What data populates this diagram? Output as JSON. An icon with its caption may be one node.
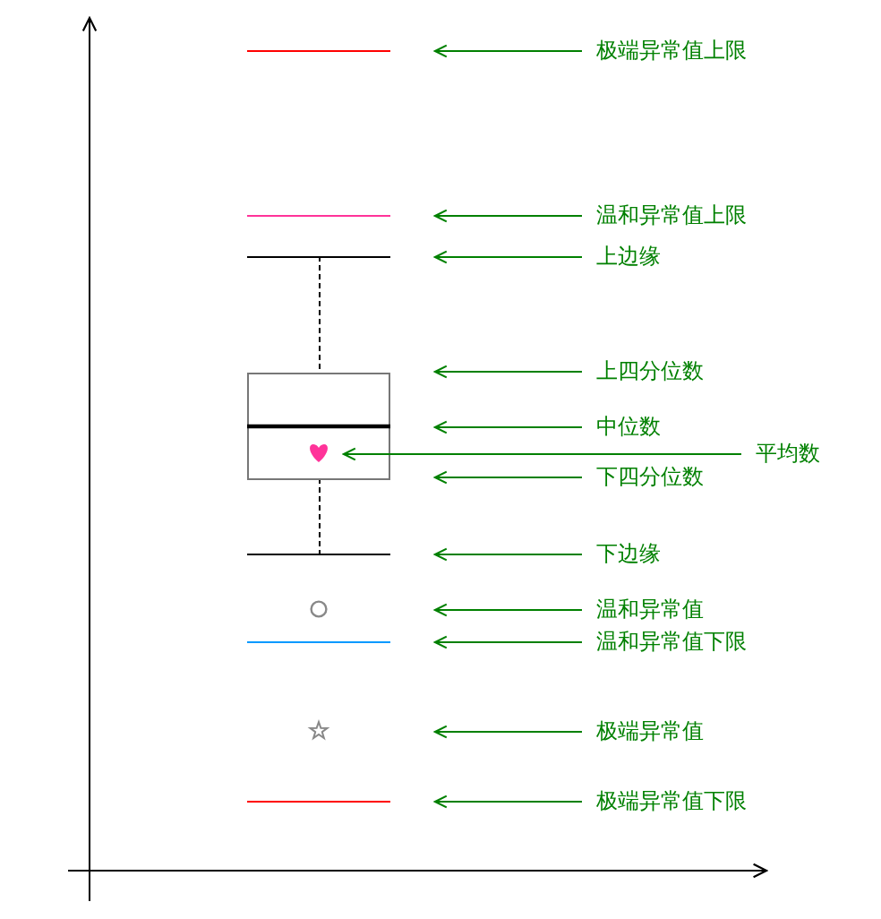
{
  "diagram": {
    "nodes": [
      {
        "text": [
          "极端异常值上限"
        ]
      },
      {
        "text": [
          "温和异常值上限"
        ]
      },
      {
        "text": [
          "上边缘"
        ]
      },
      {
        "text": [
          "上四分位数"
        ]
      },
      {
        "text": [
          "中位数"
        ]
      },
      {
        "text": [
          "平均数"
        ]
      },
      {
        "text": [
          "下四分位数"
        ]
      },
      {
        "text": [
          "下边缘"
        ]
      },
      {
        "text": [
          "温和异常值"
        ]
      },
      {
        "text": [
          "温和异常值下限"
        ]
      },
      {
        "text": [
          "极端异常值"
        ]
      },
      {
        "text": [
          "极端异常值下限"
        ]
      }
    ],
    "edges": [
      {
        "from": 0,
        "to": null,
        "arrow": "to"
      },
      {
        "from": 1,
        "to": null,
        "arrow": "to"
      },
      {
        "from": 2,
        "to": null,
        "arrow": "to"
      },
      {
        "from": 3,
        "to": null,
        "arrow": "to"
      },
      {
        "from": 4,
        "to": null,
        "arrow": "to"
      },
      {
        "from": 5,
        "to": null,
        "arrow": "to"
      },
      {
        "from": 6,
        "to": null,
        "arrow": "to"
      },
      {
        "from": 7,
        "to": null,
        "arrow": "to"
      },
      {
        "from": 8,
        "to": null,
        "arrow": "to"
      },
      {
        "from": 9,
        "to": null,
        "arrow": "to"
      },
      {
        "from": 10,
        "to": null,
        "arrow": "to"
      },
      {
        "from": 11,
        "to": null,
        "arrow": "to"
      }
    ]
  }
}
